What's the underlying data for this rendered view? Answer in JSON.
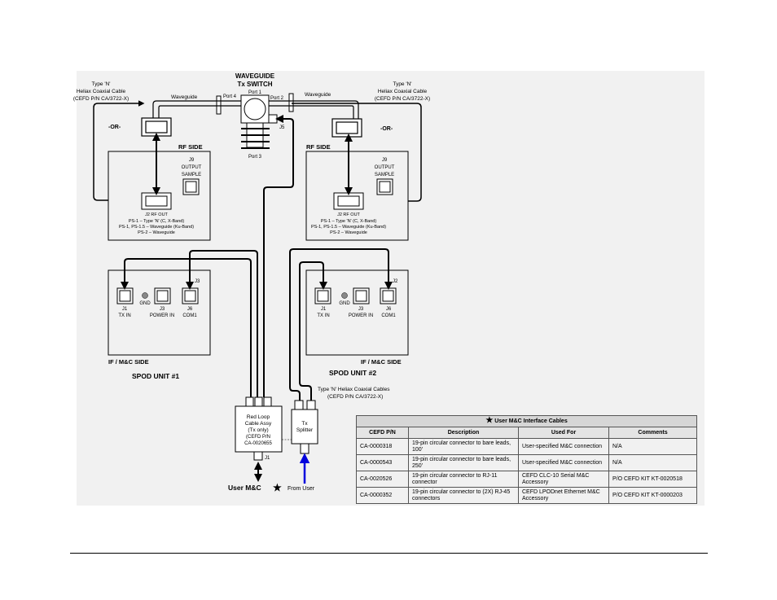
{
  "switch": {
    "title_line1": "WAVEGUIDE",
    "title_line2": "Tx SWITCH",
    "port1": "Port 1",
    "port2": "Port 2",
    "port3": "Port 3",
    "port4": "Port 4",
    "j5": "J5"
  },
  "left_cable": {
    "line1": "Type 'N'",
    "line2": "Heliax Coaxial Cable",
    "line3": "(CEFD P/N CA/3722-X)"
  },
  "right_cable": {
    "line1": "Type 'N'",
    "line2": "Heliax Coaxial Cable",
    "line3": "(CEFD P/N CA/3722-X)"
  },
  "waveguide_label": "Waveguide",
  "or_label": "-OR-",
  "rf_side": {
    "title": "RF SIDE",
    "j9_line1": "J9",
    "j9_line2": "OUTPUT",
    "j9_line3": "SAMPLE",
    "j2_label": "J2 RF OUT",
    "note1": "PS-1 – Type 'N' (C, X-Band)",
    "note2": "PS-1, PS-1.5 – Waveguide (Ku-Band)",
    "note3": "PS-2 – Waveguide"
  },
  "if_side": {
    "title": "IF / M&C SIDE",
    "j1": "J1",
    "tx_in": "TX IN",
    "gnd": "GND",
    "j3": "J3",
    "power_in": "POWER IN",
    "j6": "J6",
    "com1": "COM1",
    "unit1_conn": "J3",
    "unit2_conn": "J2"
  },
  "unit1_label": "SPOD UNIT #1",
  "unit2_label": "SPOD UNIT #2",
  "heliax_cables": {
    "line1": "Type 'N' Heliax Coaxial Cables",
    "line2": "(CEFD P/N CA/3722-X)"
  },
  "red_loop": {
    "line1": "Red Loop",
    "line2": "Cable Assy",
    "line3": "(Tx only)",
    "line4": "(CEFD P/N",
    "line5": "CA-0020655",
    "j1": "J1"
  },
  "splitter": {
    "line1": "Tx",
    "line2": "Splitter"
  },
  "user_mc": "User M&C",
  "from_user": "From User",
  "star_symbol": "★",
  "colors": {
    "from_user_arrow": "#0000dd",
    "line": "#000000",
    "header_bg": "#d6d6d6"
  },
  "table": {
    "title": "User M&C Interface Cables",
    "columns": [
      "CEFD P/N",
      "Description",
      "Used For",
      "Comments"
    ],
    "rows": [
      [
        "CA-0000318",
        "19-pin circular connector to bare leads, 100'",
        "User-specified M&C connection",
        "N/A"
      ],
      [
        "CA-0000543",
        "19-pin circular connector to bare leads, 250'",
        "User-specified M&C connection",
        "N/A"
      ],
      [
        "CA-0020526",
        "19-pin circular connector to RJ-11 connector",
        "CEFD CLC-10 Serial M&C Accessory",
        "P/O  CEFD KIT KT-0020518"
      ],
      [
        "CA-0000352",
        "19-pin circular connector to (2X) RJ-45 connectors",
        "CEFD LPODnet Ethernet M&C Accessory",
        "P/O CEFD KIT KT-0000203"
      ]
    ]
  }
}
